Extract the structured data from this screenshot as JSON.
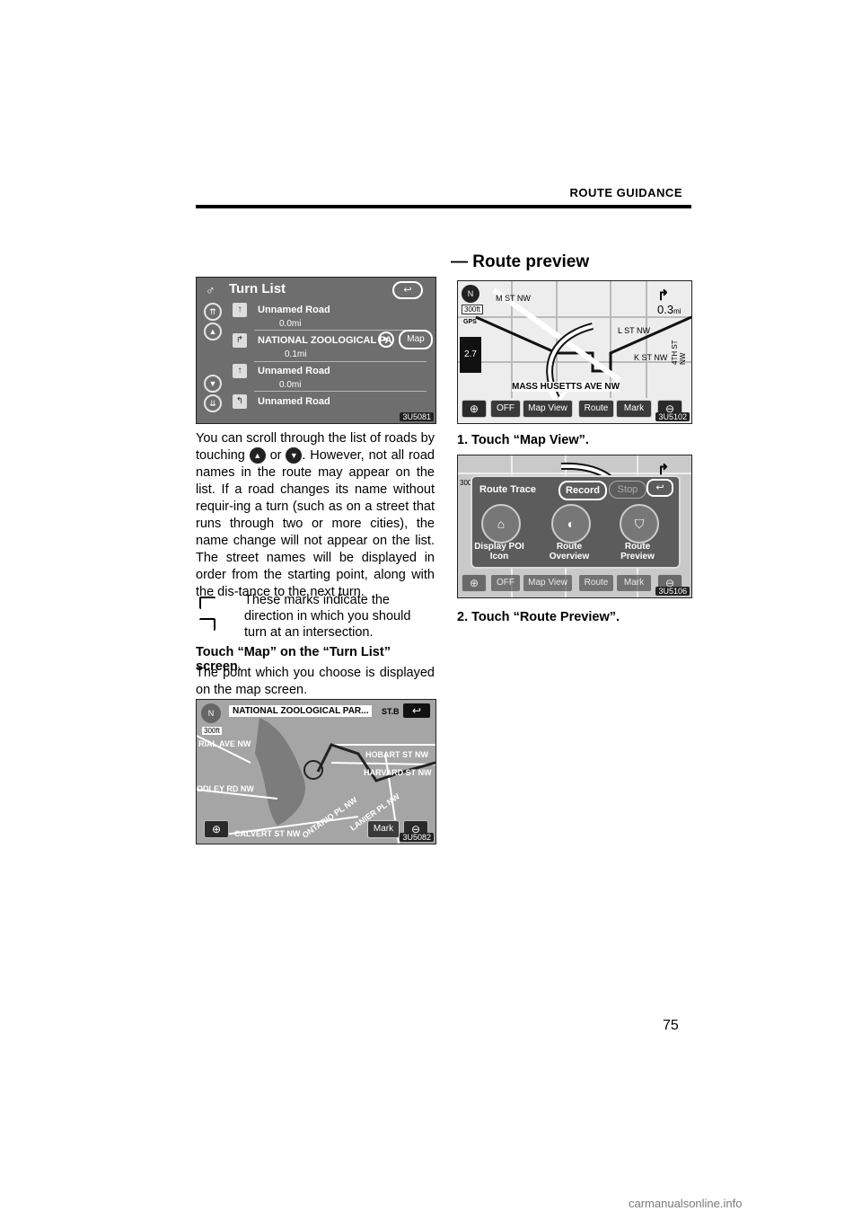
{
  "header": {
    "section": "ROUTE GUIDANCE",
    "page_number": "75"
  },
  "turn_list_screen": {
    "title": "Turn List",
    "back_icon": "u-turn-arrow-icon",
    "map_button": "Map",
    "rows": [
      {
        "road": "Unnamed Road",
        "distance": "0.0mi"
      },
      {
        "road": "NATIONAL ZOOLOGICAL PA",
        "distance": "0.1mi"
      },
      {
        "road": "Unnamed Road",
        "distance": "0.0mi"
      },
      {
        "road": "Unnamed Road",
        "distance": ""
      }
    ],
    "code": "3U5081"
  },
  "body": {
    "para1_a": "You can scroll through the list of roads by touching",
    "para1_or": "or",
    "para1_b": ". However, not all road names in the route may appear on the list. If a road changes its name without requir-ing a turn (such as on a street that runs through two or more cities), the name change will not appear on the list. The street names will be displayed in order from the starting point, along with the dis-tance to the next turn.",
    "marks_note": "These marks indicate the direction in which you should turn at an intersection.",
    "instruction": "Touch “Map” on the “Turn List” screen.",
    "para2": "The point which you choose is displayed on the map screen."
  },
  "map_screen_1": {
    "road_label": "NATIONAL ZOOLOGICAL PAR...",
    "scale": "300ft",
    "streets": [
      "HOBART ST NW",
      "HARVARD ST NW",
      "CALVERT ST NW",
      "ONTARIO PL NW",
      "LANIER PL NW",
      "ODLEY RD NW",
      "RIAL AVE NW",
      "ST.B"
    ],
    "mark_button": "Mark",
    "code": "3U5082"
  },
  "route_preview": {
    "heading": "— Route preview",
    "map_screen_2": {
      "scale": "300ft",
      "gps": "GPS",
      "distance": "0.3",
      "distance_unit": "mi",
      "speed": "2.7",
      "streets": [
        "M ST NW",
        "L ST NW",
        "K ST NW",
        "MASS HUSETTS AVE NW",
        "4TH ST NW"
      ],
      "buttons": [
        "OFF",
        "Map View",
        "Route",
        "Mark"
      ],
      "code": "3U5102"
    },
    "step1": "1. Touch “Map View”.",
    "map_screen_3": {
      "scale": "300ft",
      "route_trace": "Route Trace",
      "record": "Record",
      "stop": "Stop",
      "options": [
        {
          "label": "Display POI Icon",
          "icon": "building-icon"
        },
        {
          "label": "Route Overview",
          "icon": "route-overview-icon"
        },
        {
          "label": "Route Preview",
          "icon": "route-preview-icon"
        }
      ],
      "buttons": [
        "OFF",
        "Map View",
        "Route",
        "Mark"
      ],
      "code": "3U5106"
    },
    "step2": "2. Touch “Route Preview”."
  },
  "footer": {
    "watermark": "carmanualsonline.info"
  }
}
